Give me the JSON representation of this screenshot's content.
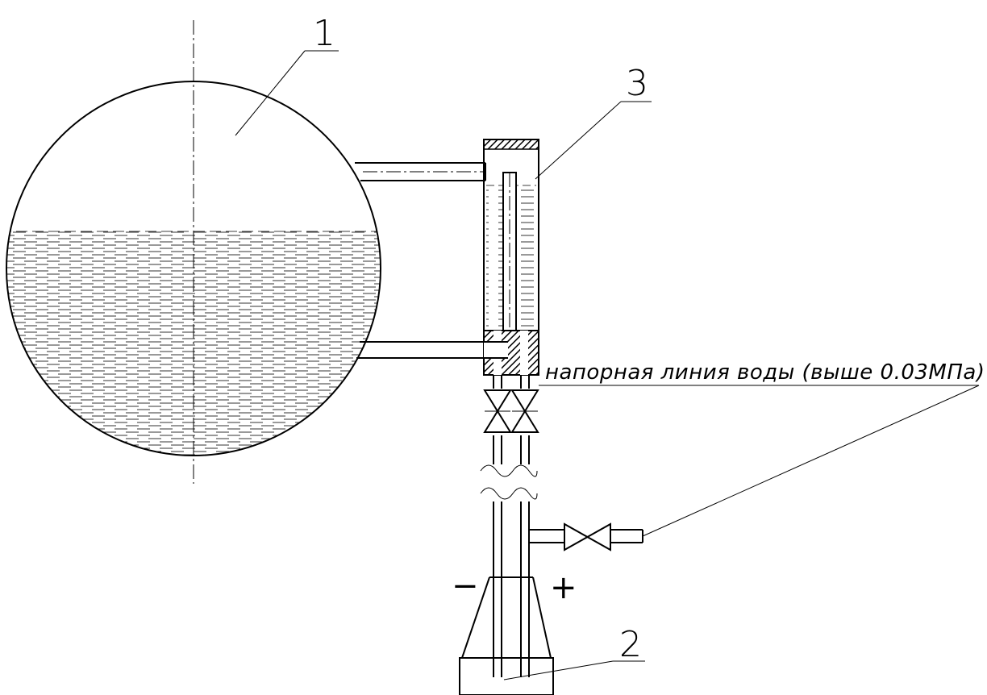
{
  "callouts": {
    "tank": "1",
    "manometer": "2",
    "vessel": "3"
  },
  "note": "напорная линия воды (выше 0.03МПа)",
  "signs": {
    "minus": "−",
    "plus": "+"
  }
}
